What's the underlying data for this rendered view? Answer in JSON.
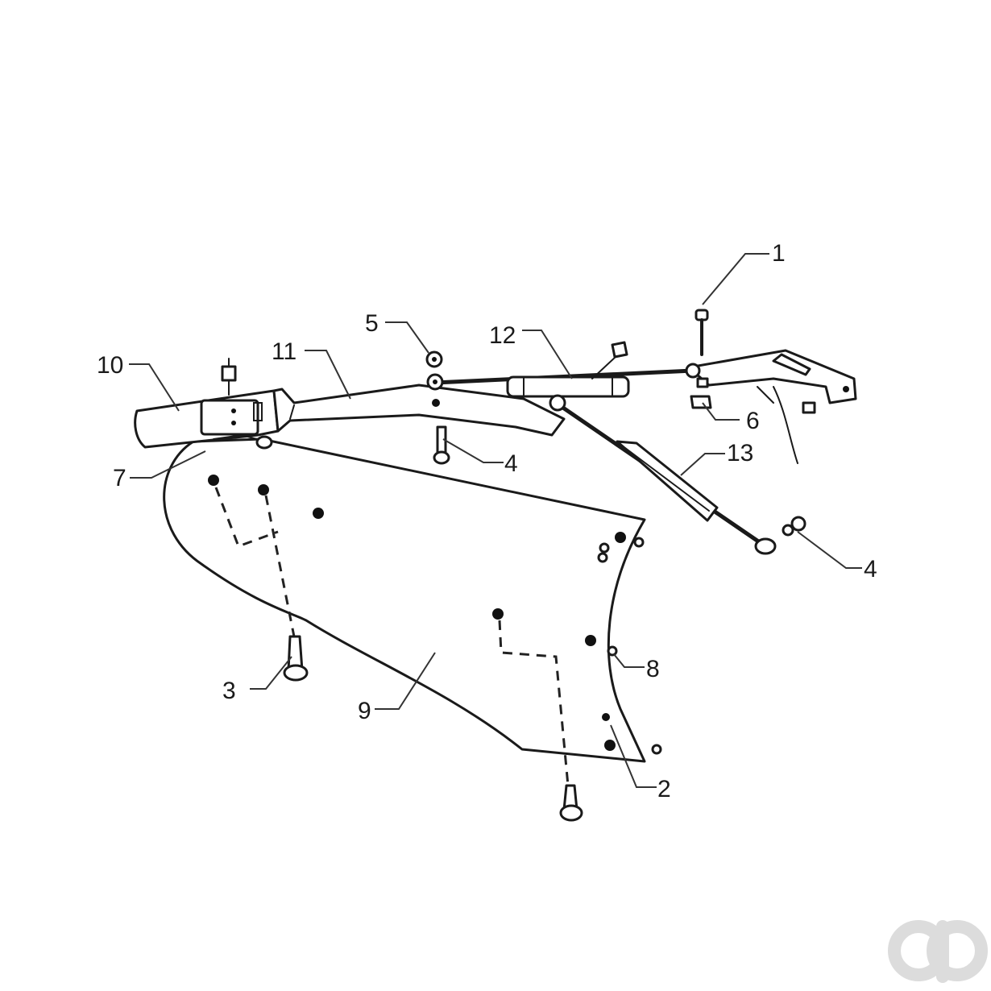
{
  "callouts": [
    {
      "id": "c1",
      "label": "1"
    },
    {
      "id": "c2",
      "label": "2"
    },
    {
      "id": "c3",
      "label": "3"
    },
    {
      "id": "c4a",
      "label": "4"
    },
    {
      "id": "c4b",
      "label": "4"
    },
    {
      "id": "c5",
      "label": "5"
    },
    {
      "id": "c6",
      "label": "6"
    },
    {
      "id": "c7",
      "label": "7"
    },
    {
      "id": "c8",
      "label": "8"
    },
    {
      "id": "c9",
      "label": "9"
    },
    {
      "id": "c10",
      "label": "10"
    },
    {
      "id": "c11",
      "label": "11"
    },
    {
      "id": "c12",
      "label": "12"
    },
    {
      "id": "c13",
      "label": "13"
    }
  ],
  "colors": {
    "line": "#1a1a1a",
    "watermark": "#dcdcdc"
  },
  "watermark_logo": "ao"
}
